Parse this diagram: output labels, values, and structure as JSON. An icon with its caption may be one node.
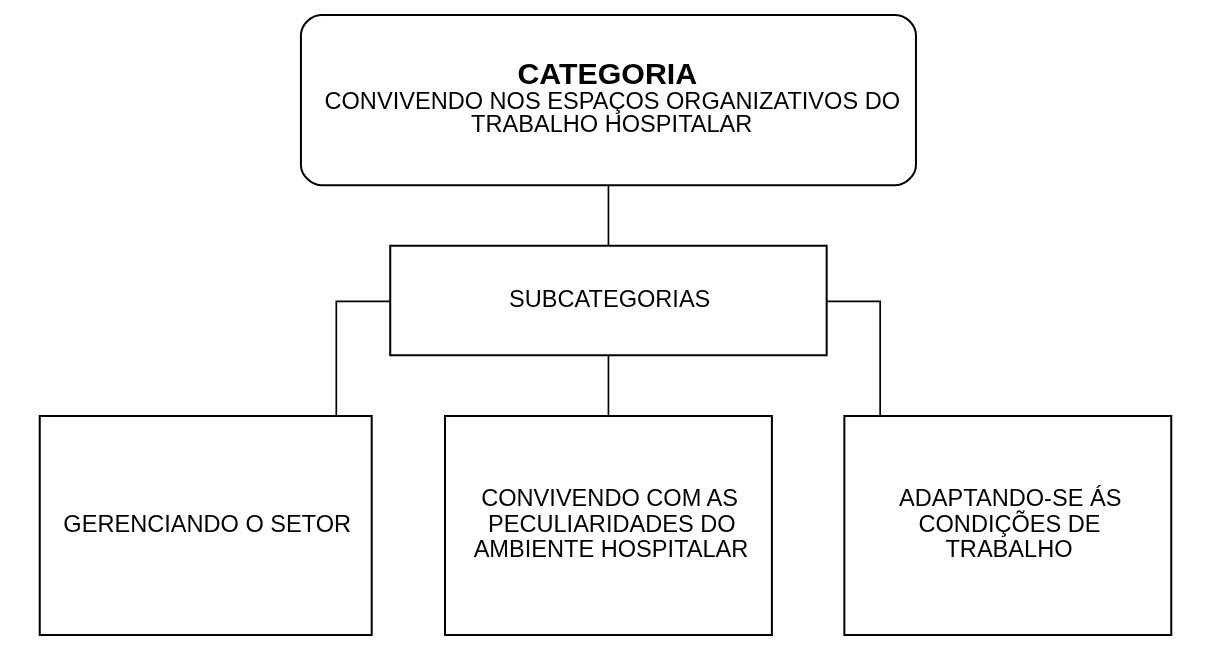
{
  "diagram": {
    "nodes": [
      {
        "text": [
          "CATEGORIA",
          "CONVIVENDO NOS ESPAÇOS ORGANIZATIVOS DO TRABALHO HOSPITALAR"
        ]
      },
      {
        "text": [
          "SUBCATEGORIAS"
        ]
      },
      {
        "text": [
          "GERENCIANDO O SETOR"
        ]
      },
      {
        "text": [
          "CONVIVENDO COM AS PECULIARIDADES DO AMBIENTE HOSPITALAR"
        ]
      },
      {
        "text": [
          "ADAPTANDO-SE ÁS CONDIÇÕES DE TRABALHO"
        ]
      }
    ],
    "edges": [
      {
        "from": 0,
        "to": 1,
        "arrow": "none"
      },
      {
        "from": 1,
        "to": 2,
        "arrow": "none"
      },
      {
        "from": 1,
        "to": 3,
        "arrow": "none"
      },
      {
        "from": 1,
        "to": 4,
        "arrow": "none"
      }
    ]
  }
}
